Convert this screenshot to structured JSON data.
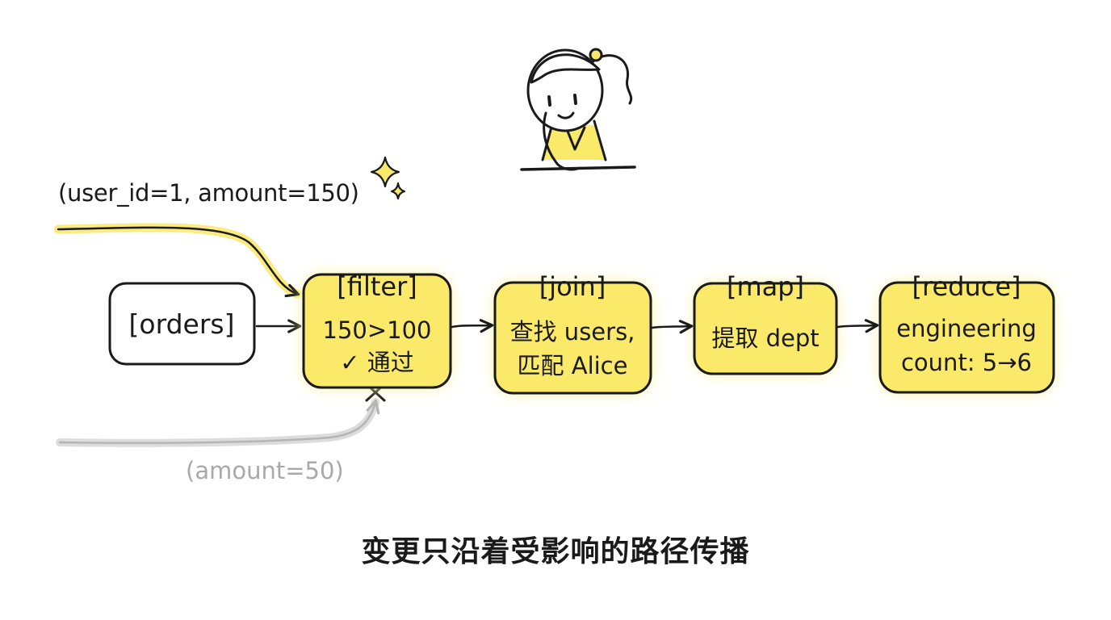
{
  "input_record": "(user_id=1, amount=150)",
  "dropped_record": "(amount=50)",
  "source": {
    "label": "[orders]"
  },
  "nodes": [
    {
      "title": "[filter]",
      "line1": "150>100",
      "line2": "✓ 通过"
    },
    {
      "title": "[join]",
      "line1": "查找 users,",
      "line2": "匹配 Alice"
    },
    {
      "title": "[map]",
      "line1": "提取 dept",
      "line2": ""
    },
    {
      "title": "[reduce]",
      "line1": "engineering",
      "line2": "count: 5→6"
    }
  ],
  "caption": "变更只沿着受影响的路径传播",
  "colors": {
    "highlight": "#fbe96a",
    "glow": "#fff3a0",
    "ink": "#1a1a1a",
    "muted": "#b5b5b5",
    "muted_text": "#a9a9a9"
  },
  "icons": [
    "sparkle-icon",
    "cross-icon",
    "girl-illustration"
  ]
}
